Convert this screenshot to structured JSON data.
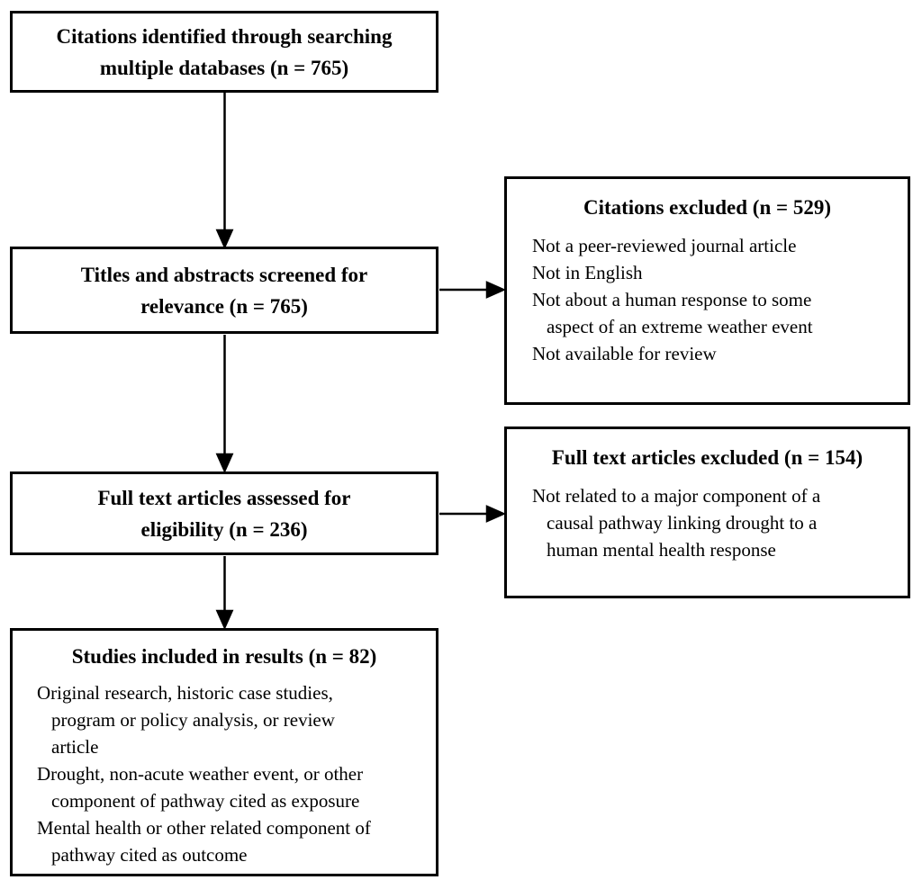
{
  "colors": {
    "border": "#000000",
    "background": "#ffffff",
    "text": "#000000"
  },
  "boxes": {
    "identified": {
      "title_lines": [
        "Citations identified through searching",
        "multiple databases (n = 765)"
      ]
    },
    "screened": {
      "title_lines": [
        "Titles and abstracts screened for",
        "relevance (n = 765)"
      ]
    },
    "assessed": {
      "title_lines": [
        "Full text articles assessed for",
        "eligibility (n = 236)"
      ]
    },
    "included": {
      "title": "Studies included in results (n = 82)",
      "body_lines": [
        "Original research, historic case studies,",
        "program or policy analysis, or review",
        "article",
        "Drought, non-acute weather event, or other",
        "component of pathway cited as exposure",
        "Mental health or other related component of",
        "pathway cited as outcome"
      ]
    },
    "citations_excluded": {
      "title": "Citations excluded (n = 529)",
      "body_lines": [
        "Not a peer-reviewed journal article",
        "Not in English",
        "Not about a human response to some",
        "aspect of an extreme weather event",
        "Not available for review"
      ]
    },
    "fulltext_excluded": {
      "title": "Full text articles excluded (n = 154)",
      "body_lines": [
        "Not related to a major component of a",
        "causal pathway linking drought to a",
        "human mental health response"
      ]
    }
  }
}
